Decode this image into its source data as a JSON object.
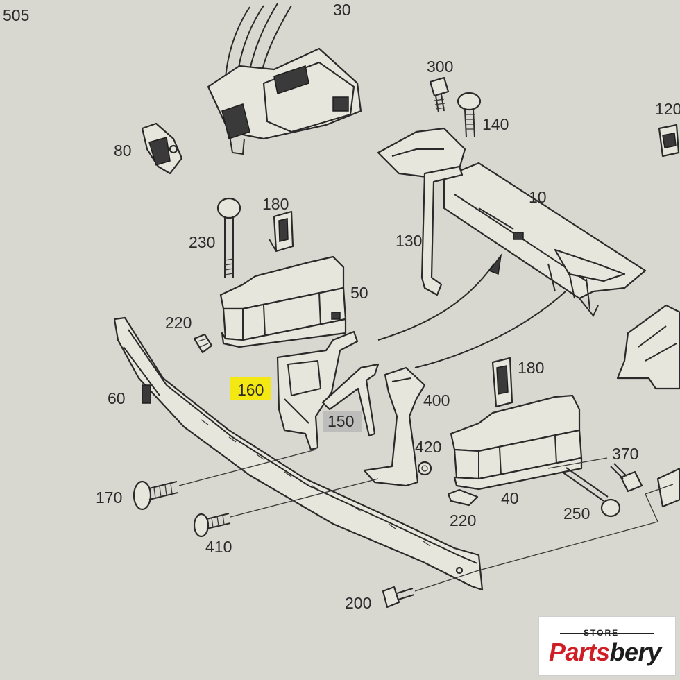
{
  "diagram": {
    "sheet_number": "505",
    "callouts": {
      "p30": "30",
      "p80": "80",
      "p300": "300",
      "p140": "140",
      "p120": "120",
      "p10": "10",
      "p130": "130",
      "p230": "230",
      "p180a": "180",
      "p50": "50",
      "p220a": "220",
      "p160": "160",
      "p150": "150",
      "p60": "60",
      "p400": "400",
      "p180b": "180",
      "p420": "420",
      "p370": "370",
      "p40": "40",
      "p220b": "220",
      "p250": "250",
      "p170": "170",
      "p410": "410",
      "p200": "200"
    },
    "highlight_colors": {
      "p160": "#f4e812",
      "p150": "#b4b4b4"
    }
  },
  "logo": {
    "store": "STORE",
    "brand_part1": "Parts",
    "brand_part2": "bery",
    "colors": {
      "part1": "#d01e26",
      "part2": "#1d1d1d"
    }
  }
}
